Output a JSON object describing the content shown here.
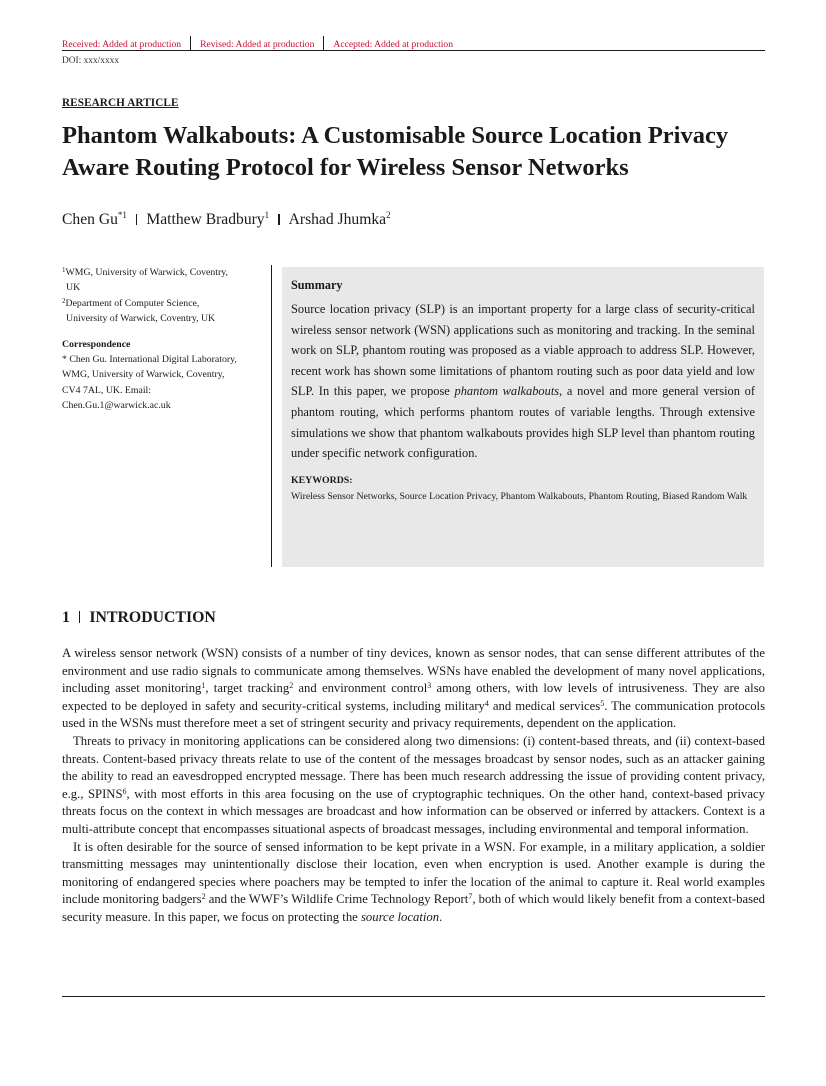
{
  "header": {
    "received": "Received: Added at production",
    "revised": "Revised: Added at production",
    "accepted": "Accepted: Added at production",
    "doi": "DOI: xxx/xxxx"
  },
  "article_type": "RESEARCH ARTICLE",
  "title": "Phantom Walkabouts: A Customisable Source Location Privacy Aware Routing Protocol for Wireless Sensor Networks",
  "authors": [
    {
      "name": "Chen Gu",
      "mark": "*1"
    },
    {
      "name": "Matthew Bradbury",
      "mark": "1"
    },
    {
      "name": "Arshad Jhumka",
      "mark": "2"
    }
  ],
  "affiliations": [
    {
      "num": "1",
      "line1": "WMG, University of Warwick, Coventry,",
      "line2": "UK"
    },
    {
      "num": "2",
      "line1": "Department of Computer Science,",
      "line2": "University of Warwick, Coventry, UK"
    }
  ],
  "correspondence": {
    "heading": "Correspondence",
    "lines": [
      "* Chen Gu. International Digital Laboratory,",
      "WMG, University of Warwick, Coventry,",
      "CV4 7AL, UK. Email:",
      "Chen.Gu.1@warwick.ac.uk"
    ]
  },
  "summary": {
    "heading": "Summary",
    "text_before": "Source location privacy (SLP) is an important property for a large class of security-critical wireless sensor network (WSN) applications such as monitoring and tracking. In the seminal work on SLP, phantom routing was proposed as a viable approach to address SLP. However, recent work has shown some limitations of phantom routing such as poor data yield and low SLP. In this paper, we propose ",
    "text_em": "phantom walkabouts",
    "text_after": ", a novel and more general version of phantom routing, which performs phantom routes of variable lengths. Through extensive simulations we show that phantom walkabouts provides high SLP level than phantom routing under specific network configuration.",
    "keywords_heading": "KEYWORDS:",
    "keywords": "Wireless Sensor Networks, Source Location Privacy, Phantom Walkabouts, Phantom Routing, Biased Random Walk"
  },
  "section": {
    "number": "1",
    "title": "INTRODUCTION"
  },
  "paragraphs": {
    "p1": [
      {
        "t": "A wireless sensor network (WSN) consists of a number of tiny devices, known as sensor nodes, that can sense different attributes of the environment and use radio signals to communicate among themselves. WSNs have enabled the development of many novel applications, including asset monitoring"
      },
      {
        "s": "1"
      },
      {
        "t": ", target tracking"
      },
      {
        "s": "2"
      },
      {
        "t": " and environment control"
      },
      {
        "s": "3"
      },
      {
        "t": " among others, with low levels of intrusiveness. They are also expected to be deployed in safety and security-critical systems, including military"
      },
      {
        "s": "4"
      },
      {
        "t": " and medical services"
      },
      {
        "s": "5"
      },
      {
        "t": ". The communication protocols used in the WSNs must therefore meet a set of stringent security and privacy requirements, dependent on the application."
      }
    ],
    "p2": [
      {
        "t": "Threats to privacy in monitoring applications can be considered along two dimensions: (i) content-based threats, and (ii) context-based threats. Content-based privacy threats relate to use of the content of the messages broadcast by sensor nodes, such as an attacker gaining the ability to read an eavesdropped encrypted message. There has been much research addressing the issue of providing content privacy, e.g., SPINS"
      },
      {
        "s": "6"
      },
      {
        "t": ", with most efforts in this area focusing on the use of cryptographic techniques. On the other hand, context-based privacy threats focus on the context in which messages are broadcast and how information can be observed or inferred by attackers. Context is a multi-attribute concept that encompasses situational aspects of broadcast messages, including environmental and temporal information."
      }
    ],
    "p3": [
      {
        "t": "It is often desirable for the source of sensed information to be kept private in a WSN. For example, in a military application, a soldier transmitting messages may unintentionally disclose their location, even when encryption is used. Another example is during the monitoring of endangered species where poachers may be tempted to infer the location of the animal to capture it. Real world examples include monitoring badgers"
      },
      {
        "s": "2"
      },
      {
        "t": " and the WWF’s Wildlife Crime Technology Report"
      },
      {
        "s": "7"
      },
      {
        "t": ", both of which would likely benefit from a context-based security measure. In this paper, we focus on protecting the "
      },
      {
        "e": "source location"
      },
      {
        "t": "."
      }
    ]
  }
}
